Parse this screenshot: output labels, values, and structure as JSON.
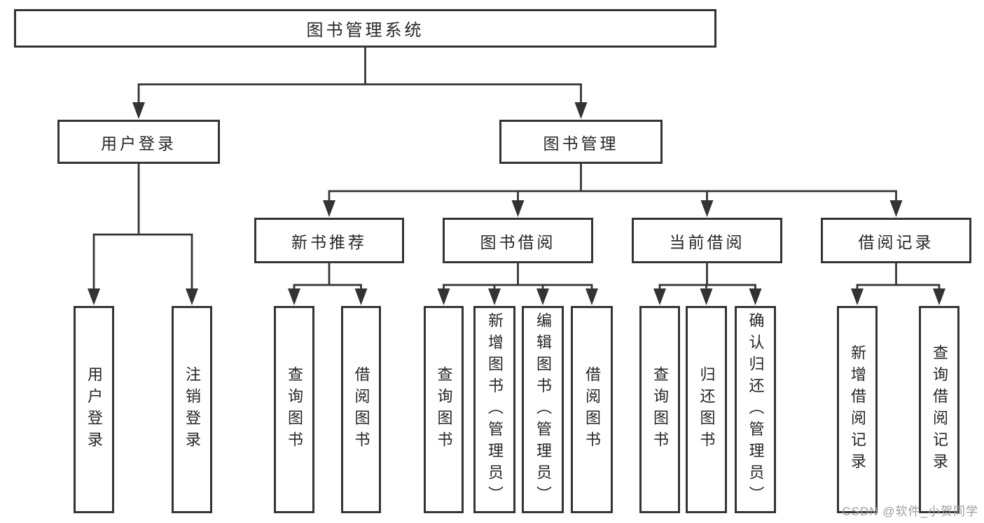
{
  "diagram": {
    "root": {
      "label": "图书管理系统"
    },
    "branches": [
      {
        "label": "用户登录",
        "children": [
          {
            "label": "用户登录"
          },
          {
            "label": "注销登录"
          }
        ]
      },
      {
        "label": "图书管理",
        "children": [
          {
            "label": "新书推荐",
            "children": [
              {
                "label": "查询图书"
              },
              {
                "label": "借阅图书"
              }
            ]
          },
          {
            "label": "图书借阅",
            "children": [
              {
                "label": "查询图书"
              },
              {
                "label": "新增图书（管理员）"
              },
              {
                "label": "编辑图书（管理员）"
              },
              {
                "label": "借阅图书"
              }
            ]
          },
          {
            "label": "当前借阅",
            "children": [
              {
                "label": "查询图书"
              },
              {
                "label": "归还图书"
              },
              {
                "label": "确认归还（管理员）"
              }
            ]
          },
          {
            "label": "借阅记录",
            "children": [
              {
                "label": "新增借阅记录"
              },
              {
                "label": "查询借阅记录"
              }
            ]
          }
        ]
      }
    ]
  },
  "watermark": {
    "text": "CSDN @软件_小贺同学"
  },
  "colors": {
    "line": "#333333",
    "box_border": "#343434",
    "text": "#262626",
    "background": "#ffffff",
    "watermark": "#9d9d9d"
  }
}
